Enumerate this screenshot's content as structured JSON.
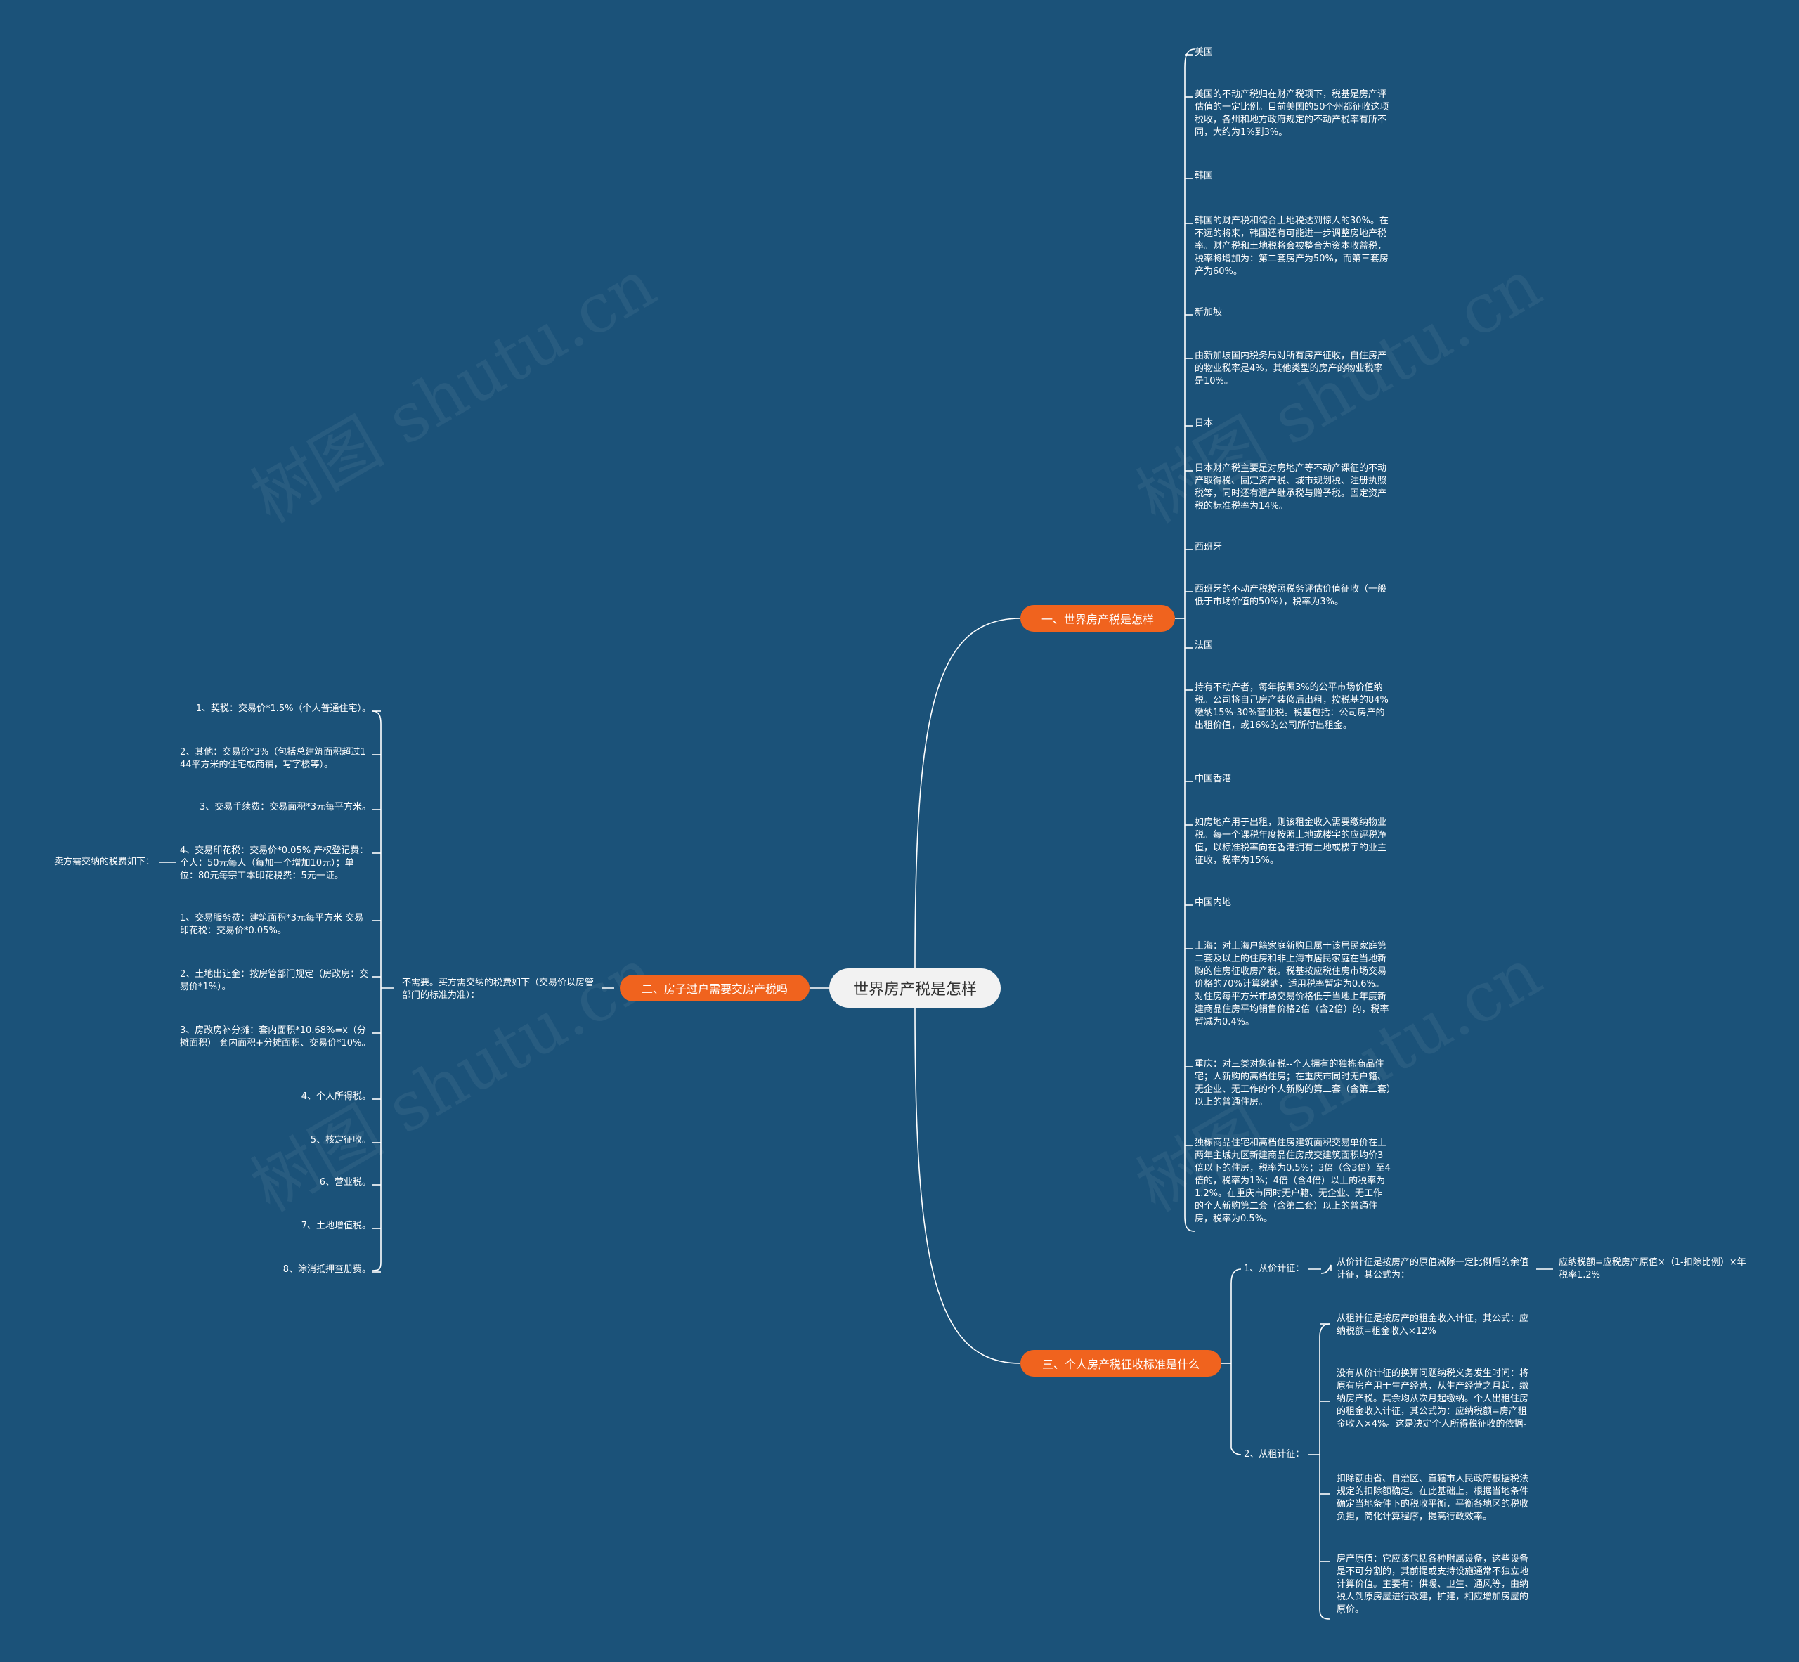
{
  "watermark": "树图 shutu.cn",
  "root": "世界房产税是怎样",
  "branch1": {
    "label": "一、世界房产税是怎样",
    "items": [
      "美国",
      "美国的不动产税归在财产税项下，税基是房产评估值的一定比例。目前美国的50个州都征收这项税收，各州和地方政府规定的不动产税率有所不同，大约为1%到3%。",
      "韩国",
      "韩国的财产税和综合土地税达到惊人的30%。在不远的将来，韩国还有可能进一步调整房地产税率。财产税和土地税将会被整合为资本收益税，税率将增加为：第二套房产为50%，而第三套房产为60%。",
      "新加坡",
      "由新加坡国内税务局对所有房产征收，自住房产的物业税率是4%，其他类型的房产的物业税率是10%。",
      "日本",
      "日本财产税主要是对房地产等不动产课征的不动产取得税、固定资产税、城市规划税、注册执照税等，同时还有遗产继承税与赠予税。固定资产税的标准税率为14%。",
      "西班牙",
      "西班牙的不动产税按照税务评估价值征收（一般低于市场价值的50%），税率为3%。",
      "法国",
      "持有不动产者，每年按照3%的公平市场价值纳税。公司将自己房产装修后出租，按税基的84%缴纳15%-30%营业税。税基包括：公司房产的出租价值，或16%的公司所付出租金。",
      "中国香港",
      "如房地产用于出租，则该租金收入需要缴纳物业税。每一个课税年度按照土地或楼宇的应评税净值，以标准税率向在香港拥有土地或楼宇的业主征收，税率为15%。",
      "中国内地",
      "上海：对上海户籍家庭新购且属于该居民家庭第二套及以上的住房和非上海市居民家庭在当地新购的住房征收房产税。税基按应税住房市场交易价格的70%计算缴纳，适用税率暂定为0.6%。对住房每平方米市场交易价格低于当地上年度新建商品住房平均销售价格2倍（含2倍）的，税率暂减为0.4%。",
      "重庆：对三类对象征税--个人拥有的独栋商品住宅；人新购的高档住房；在重庆市同时无户籍、无企业、无工作的个人新购的第二套（含第二套）以上的普通住房。",
      "独栋商品住宅和高档住房建筑面积交易单价在上两年主城九区新建商品住房成交建筑面积均价3倍以下的住房，税率为0.5%；3倍（含3倍）至4倍的，税率为1%；4倍（含4倍）以上的税率为1.2%。在重庆市同时无户籍、无企业、无工作的个人新购第二套（含第二套）以上的普通住房，税率为0.5%。"
    ]
  },
  "branch2": {
    "label": "二、房子过户需要交房产税吗",
    "sub": "不需要。买方需交纳的税费如下（交易价以房管部门的标准为准）：",
    "seller_label": "卖方需交纳的税费如下：",
    "items": [
      "1、契税：交易价*1.5%（个人普通住宅）。",
      "2、其他：交易价*3%（包括总建筑面积超过144平方米的住宅或商铺，写字楼等）。",
      "3、交易手续费：交易面积*3元每平方米。",
      "4、交易印花税：交易价*0.05% 产权登记费：个人：50元每人（每加一个增加10元）；单位：80元每宗工本印花税费：5元一证。",
      "1、交易服务费：建筑面积*3元每平方米 交易印花税：交易价*0.05%。",
      "2、土地出让金：按房管部门规定（房改房：交易价*1%）。",
      "3、房改房补分摊：套内面积*10.68%=x（分摊面积） 套内面积+分摊面积、交易价*10%。",
      "4、个人所得税。",
      "5、核定征收。",
      "6、营业税。",
      "7、土地增值税。",
      "8、涂消抵押查册费。"
    ]
  },
  "branch3": {
    "label": "三、个人房产税征收标准是什么",
    "ad_valorem": {
      "label": "1、从价计征：",
      "desc": "从价计征是按房产的原值减除一定比例后的余值计征，其公式为：",
      "formula": "应纳税额=应税房产原值×（1-扣除比例）×年税率1.2%"
    },
    "rental": {
      "label": "2、从租计征：",
      "items": [
        "从租计征是按房产的租金收入计征，其公式：应纳税额=租金收入×12%",
        "没有从价计征的换算问题纳税义务发生时间：将原有房产用于生产经营，从生产经营之月起，缴纳房产税。其余均从次月起缴纳。个人出租住房的租金收入计征，其公式为：应纳税额=房产租金收入×4%。这是决定个人所得税征收的依据。",
        "扣除额由省、自治区、直辖市人民政府根据税法规定的扣除额确定。在此基础上，根据当地条件确定当地条件下的税收平衡，平衡各地区的税收负担，简化计算程序，提高行政效率。",
        "房产原值：它应该包括各种附属设备，这些设备是不可分割的，其前提或支持设施通常不独立地计算价值。主要有：供暖、卫生、通风等，由纳税人到原房屋进行改建，扩建，相应增加房屋的原价。"
      ]
    }
  },
  "colors": {
    "background": "#1b5279",
    "branch": "#f0631e",
    "root": "#f2f2f2",
    "line": "#ffffff"
  }
}
